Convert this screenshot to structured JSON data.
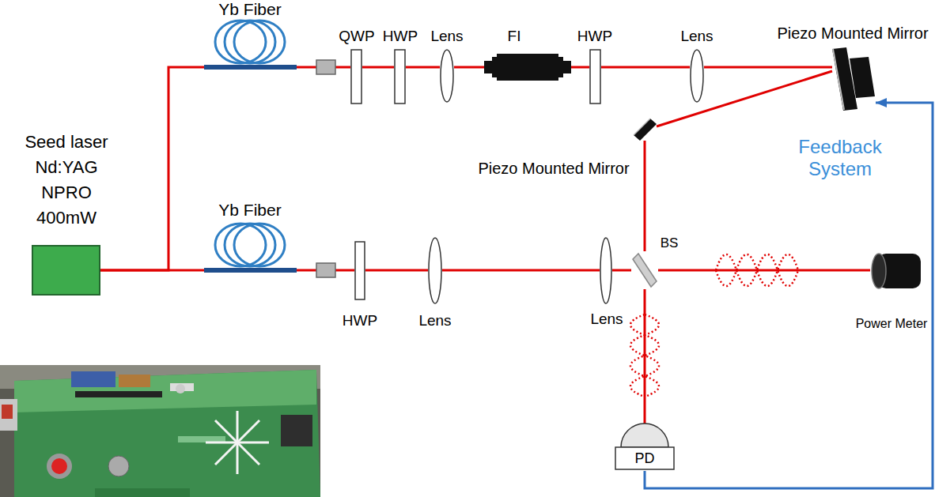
{
  "diagram": {
    "nodes": [
      {
        "text": [
          "Seed laser Nd:YAG NPRO 400mW"
        ]
      },
      {
        "text": [
          "Yb Fiber"
        ]
      },
      {
        "text": [
          "QWP"
        ]
      },
      {
        "text": [
          "HWP"
        ]
      },
      {
        "text": [
          "Lens"
        ]
      },
      {
        "text": [
          "FI"
        ]
      },
      {
        "text": [
          "HWP"
        ]
      },
      {
        "text": [
          "Lens"
        ]
      },
      {
        "text": [
          "Piezo Mounted Mirror"
        ]
      },
      {
        "text": [
          "Piezo Mounted Mirror"
        ]
      },
      {
        "text": [
          "Yb Fiber"
        ]
      },
      {
        "text": [
          "HWP"
        ]
      },
      {
        "text": [
          "Lens"
        ]
      },
      {
        "text": [
          "Lens"
        ]
      },
      {
        "text": [
          "BS"
        ]
      },
      {
        "text": [
          "Power Meter"
        ]
      },
      {
        "text": [
          "PD"
        ]
      }
    ],
    "edges": [
      {
        "from": 0,
        "to": 1,
        "arrow": "none"
      },
      {
        "from": 0,
        "to": 10,
        "arrow": "none"
      },
      {
        "from": 1,
        "to": 2,
        "arrow": "none"
      },
      {
        "from": 2,
        "to": 3,
        "arrow": "none"
      },
      {
        "from": 3,
        "to": 4,
        "arrow": "none"
      },
      {
        "from": 4,
        "to": 5,
        "arrow": "none"
      },
      {
        "from": 5,
        "to": 6,
        "arrow": "none"
      },
      {
        "from": 6,
        "to": 7,
        "arrow": "none"
      },
      {
        "from": 7,
        "to": 8,
        "arrow": "none"
      },
      {
        "from": 8,
        "to": 9,
        "arrow": "none"
      },
      {
        "from": 9,
        "to": 14,
        "arrow": "none"
      },
      {
        "from": 10,
        "to": 11,
        "arrow": "none"
      },
      {
        "from": 11,
        "to": 12,
        "arrow": "none"
      },
      {
        "from": 12,
        "to": 13,
        "arrow": "none"
      },
      {
        "from": 13,
        "to": 14,
        "arrow": "none"
      },
      {
        "from": 14,
        "to": 15,
        "arrow": "none"
      },
      {
        "from": 14,
        "to": 16,
        "arrow": "none"
      },
      {
        "from": 16,
        "to": 8,
        "arrow": "to",
        "label": "Feedback System"
      }
    ]
  }
}
